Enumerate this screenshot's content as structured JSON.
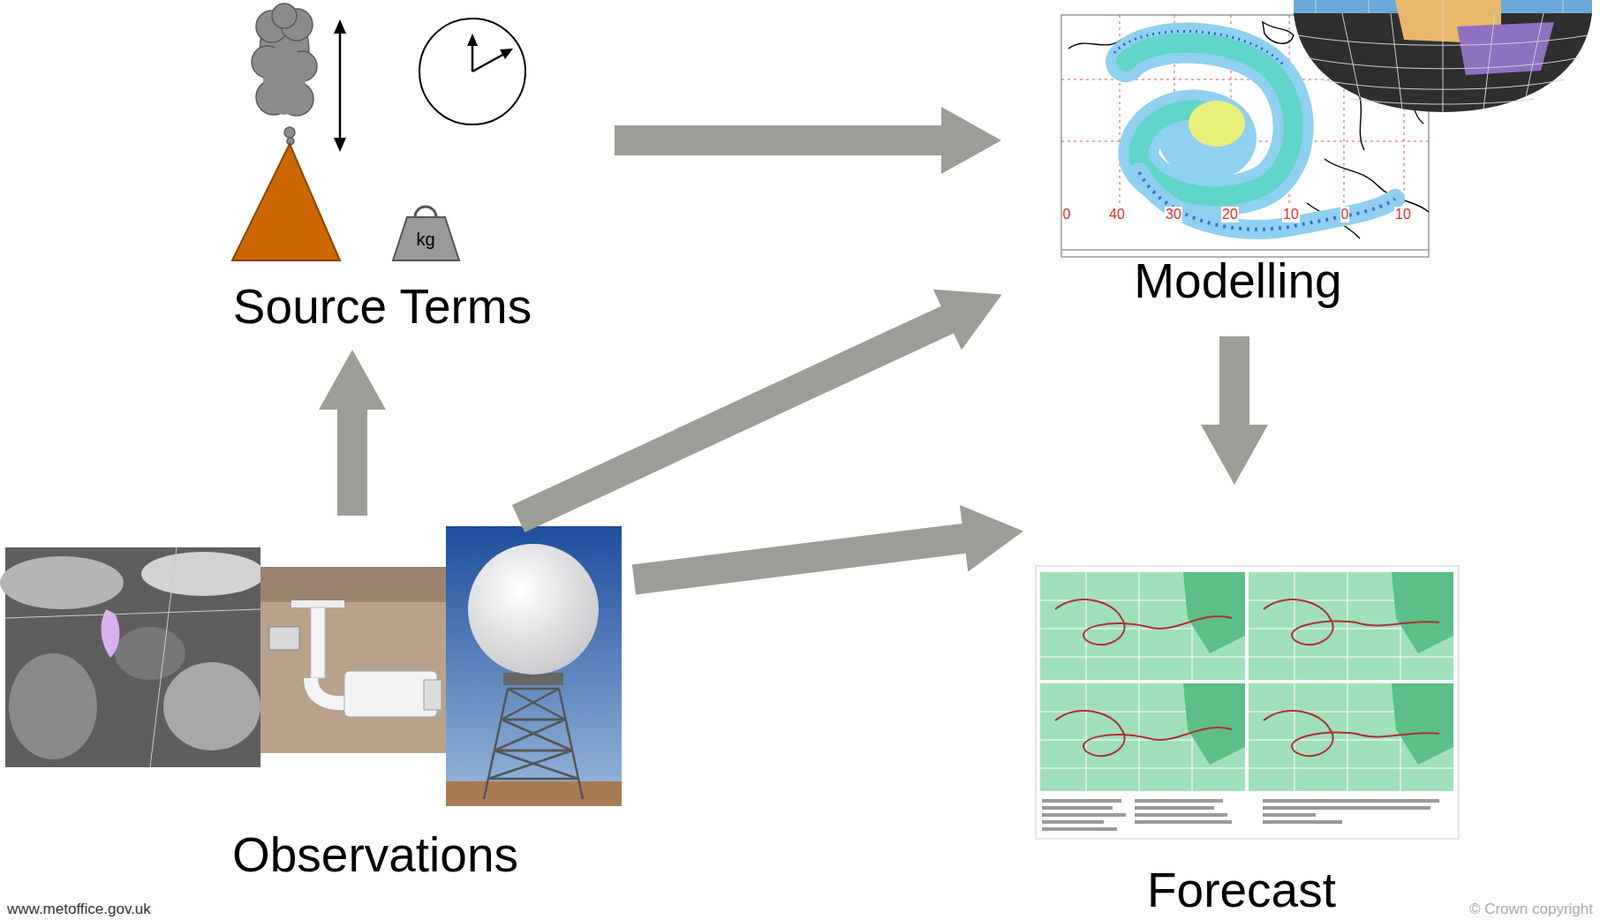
{
  "diagram": {
    "nodes": [
      {
        "text": [
          "Source Terms"
        ]
      },
      {
        "text": [
          "Modelling"
        ]
      },
      {
        "text": [
          "Observations"
        ]
      },
      {
        "text": [
          "Forecast"
        ]
      }
    ],
    "edges": [
      {
        "from": 0,
        "to": 1,
        "arrow": "to"
      },
      {
        "from": 2,
        "to": 0,
        "arrow": "to"
      },
      {
        "from": 2,
        "to": 1,
        "arrow": "to"
      },
      {
        "from": 2,
        "to": 3,
        "arrow": "to"
      },
      {
        "from": 1,
        "to": 3,
        "arrow": "to"
      }
    ],
    "labels": [
      "kg",
      "0",
      "40",
      "30",
      "20",
      "10",
      "0",
      "10",
      "www.metoffice.gov.uk",
      "© Crown copyright"
    ]
  }
}
